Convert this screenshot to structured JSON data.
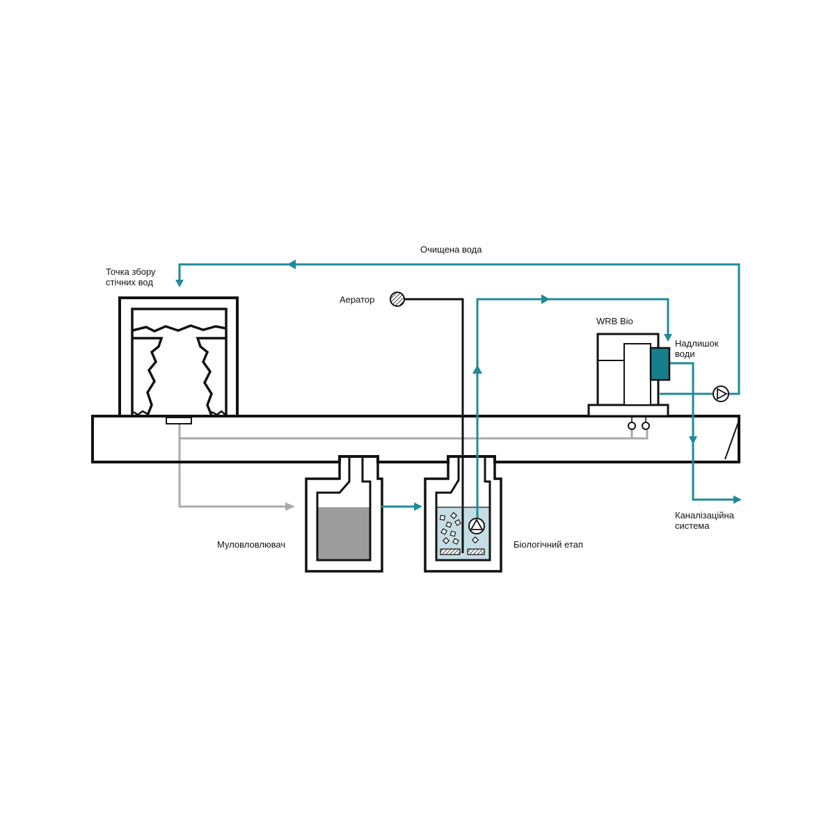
{
  "labels": {
    "treated_water": "Очищена вода",
    "collection_point_line1": "Точка збору",
    "collection_point_line2": "стічних вод",
    "aerator": "Аератор",
    "wrb_bio": "WRB Bio",
    "excess_water_line1": "Надлишок",
    "excess_water_line2": "води",
    "sewer_line1": "Каналізаційна",
    "sewer_line2": "система",
    "sludge_trap": "Муловловлювач",
    "bio_stage": "Біологічний етап"
  },
  "colors": {
    "teal": "#1f8a9a",
    "teal_dark": "#157f8e",
    "grey_pipe": "#aaaaaa",
    "sludge_fill": "#9c9c9c",
    "water_fill": "#c5dde5",
    "outline": "#111111"
  },
  "icons": [
    "pump-icon",
    "aerator-icon",
    "arrow-icon"
  ]
}
